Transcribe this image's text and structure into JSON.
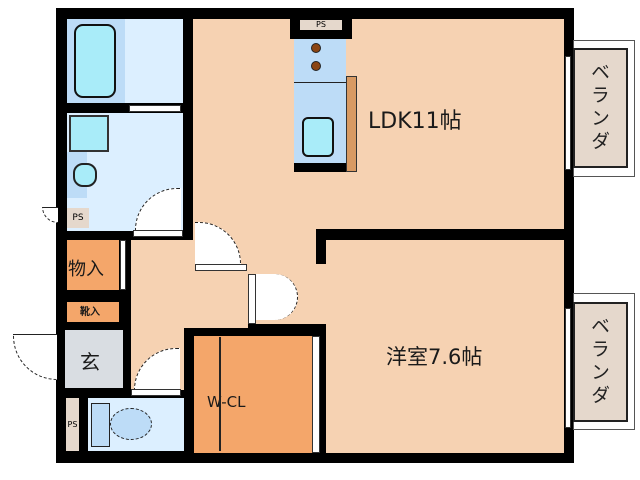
{
  "floorplan": {
    "rooms": {
      "ldk": {
        "label": "LDK11帖",
        "tatami": 11,
        "color": "#f6d2b2"
      },
      "western_room": {
        "label": "洋室7.6帖",
        "tatami": 7.6,
        "color": "#f6d2b2"
      },
      "walk_in_closet": {
        "label": "W-CL",
        "color": "#f4a66a"
      },
      "storage": {
        "label": "物入",
        "color": "#f4a66a"
      },
      "shoe_cabinet": {
        "label": "靴入",
        "color": "#f4a66a"
      },
      "entrance": {
        "label": "玄",
        "color": "#d9dde2"
      },
      "bathroom": {
        "color": "#bddcf7"
      },
      "washroom": {
        "color": "#dcefff"
      },
      "toilet": {
        "color": "#dcefff"
      }
    },
    "verandas": [
      {
        "label": "ベランダ"
      },
      {
        "label": "ベランダ"
      }
    ],
    "fixtures": {
      "ps_top": "PS",
      "ps_left": "PS",
      "ps_bottom": "PS"
    },
    "colors": {
      "wall": "#000000",
      "wood_floor": "#f6d2b2",
      "closet": "#f4a66a",
      "wet_area": "#dcefff",
      "bath_fixture": "#a9ecf9",
      "veranda": "#e5d8cc"
    }
  }
}
